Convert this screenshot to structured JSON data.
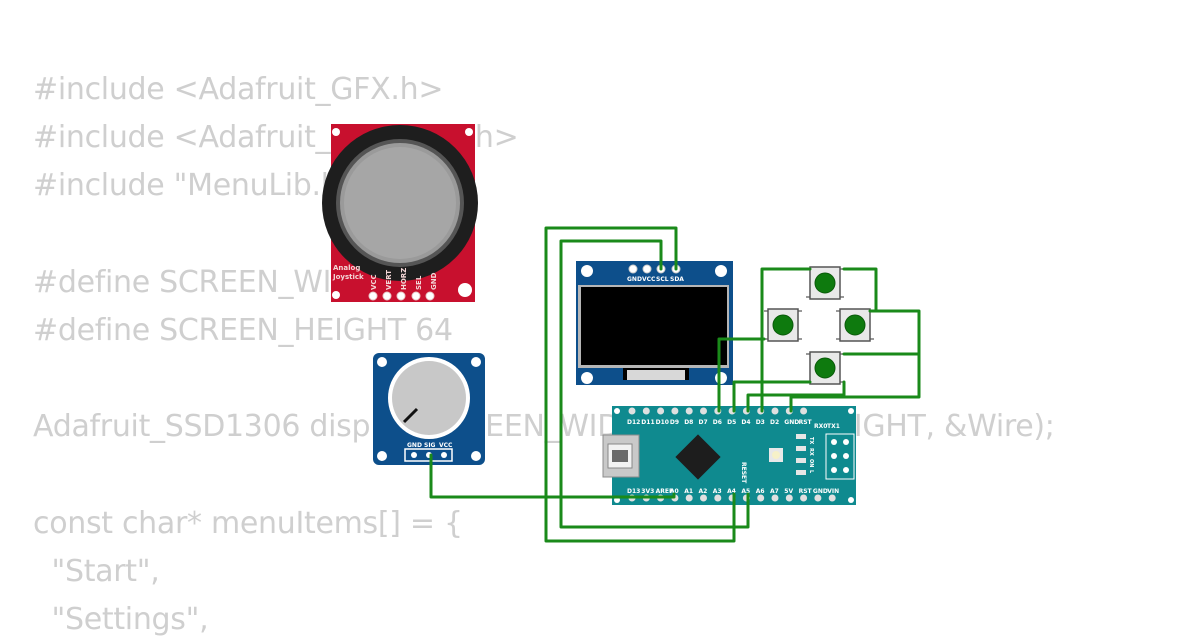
{
  "code_lines": [
    "#include <Adafruit_GFX.h>",
    "#include <Adafruit_SSD1306.h>",
    "#include \"MenuLib.h\"",
    "",
    "#define SCREEN_WIDTH 128",
    "#define SCREEN_HEIGHT 64",
    "",
    "Adafruit_SSD1306 display(SCREEN_WIDTH, SCREEN_HEIGHT, &Wire);",
    "",
    "const char* menuItems[] = {",
    "  \"Start\",",
    "  \"Settings\","
  ],
  "joystick": {
    "label_line1": "Analog",
    "label_line2": "Joystick",
    "pins": [
      "VCC",
      "VERT",
      "HORZ",
      "SEL",
      "GND"
    ]
  },
  "potentiometer": {
    "pins": [
      "GND",
      "SIG",
      "VCC"
    ]
  },
  "oled": {
    "pins": [
      "GND",
      "VCC",
      "SCL",
      "SDA"
    ]
  },
  "arduino": {
    "top_pins": [
      "D12",
      "D11",
      "D10",
      "D9",
      "D8",
      "D7",
      "D6",
      "D5",
      "D4",
      "D3",
      "D2",
      "GND",
      "RST",
      "RX0",
      "TX1"
    ],
    "bottom_pins": [
      "D13",
      "3V3",
      "AREF",
      "A0",
      "A1",
      "A2",
      "A3",
      "A4",
      "A5",
      "A6",
      "A7",
      "5V",
      "RST",
      "GND",
      "VIN"
    ],
    "reset_label": "RESET",
    "led_labels": [
      "TX",
      "RX",
      "ON",
      "L"
    ]
  },
  "colors": {
    "wire": "#1a8a1a",
    "joystick_board": "#c8102e",
    "module_board": "#0d4f8b",
    "arduino_board": "#0f8a8f",
    "button_cap": "#0e7a0e",
    "code_text": "#cfcfcf"
  }
}
